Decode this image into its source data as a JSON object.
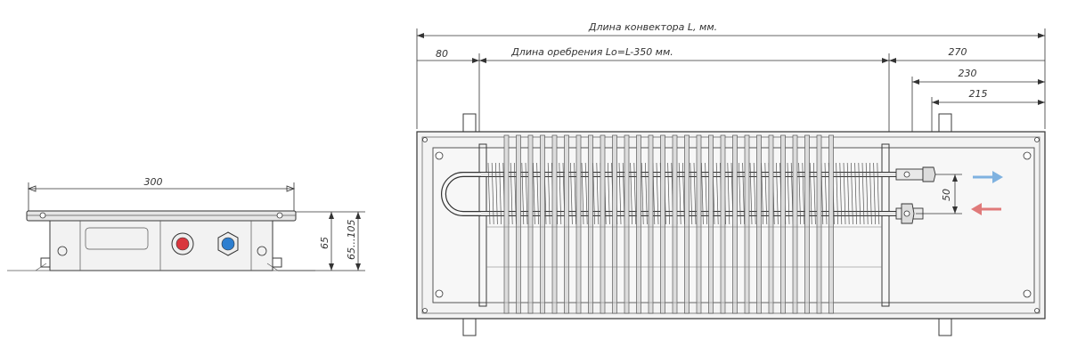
{
  "dimensions": {
    "convector_length": "Длина конвектора L, мм.",
    "fin_length": "Длина оребрения Lo=L-350 мм.",
    "left_offset": "80",
    "right_offset_270": "270",
    "right_offset_230": "230",
    "right_offset_215": "215",
    "pipe_spacing": "50",
    "side_width": "300",
    "side_height_min": "65",
    "side_height_range": "65...105"
  },
  "colors": {
    "supply_red": "#d9363e",
    "return_blue": "#2e7fd0",
    "arrow_blue": "#7fb2e0",
    "arrow_red": "#e07a7a",
    "line": "#333333"
  },
  "icons": {
    "flow_out_arrow": "arrow-right-icon",
    "flow_in_arrow": "arrow-left-icon"
  }
}
